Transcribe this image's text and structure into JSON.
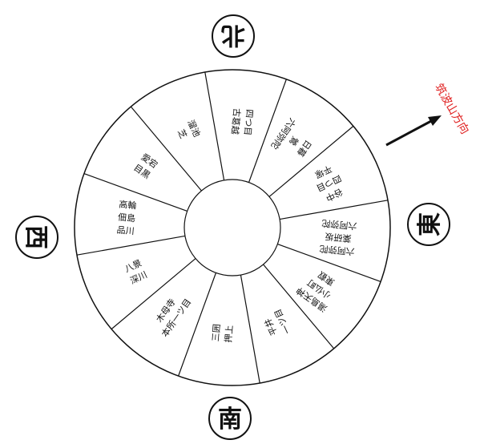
{
  "directions": {
    "north": "北",
    "east": "東",
    "south": "南",
    "west": "西"
  },
  "direction_note": {
    "text": "筑波山方向",
    "color": "#e02020"
  },
  "sectors": [
    {
      "lines": [
        "古葛越",
        "四つ目"
      ]
    },
    {
      "lines": [
        "六阿弥陀",
        "鶯",
        "日暮"
      ]
    },
    {
      "lines": [
        "平塚",
        "四つ目",
        "谷中"
      ]
    },
    {
      "lines": [
        "六阿弥陀",
        "薬研坂",
        "六阿弥陀"
      ]
    },
    {
      "lines": [
        "東叡",
        "小仏町",
        "湯島天神"
      ]
    },
    {
      "lines": [
        "一ツ目",
        "平井"
      ]
    },
    {
      "lines": [
        "押上",
        "三囲"
      ]
    },
    {
      "lines": [
        "本所一ツ目",
        "木母寺"
      ]
    },
    {
      "lines": [
        "深川",
        "八景"
      ]
    },
    {
      "lines": [
        "品川",
        "佃島",
        "高輪"
      ]
    },
    {
      "lines": [
        "目黒",
        "愛宕"
      ]
    },
    {
      "lines": [
        "芝",
        "溜池"
      ]
    }
  ]
}
